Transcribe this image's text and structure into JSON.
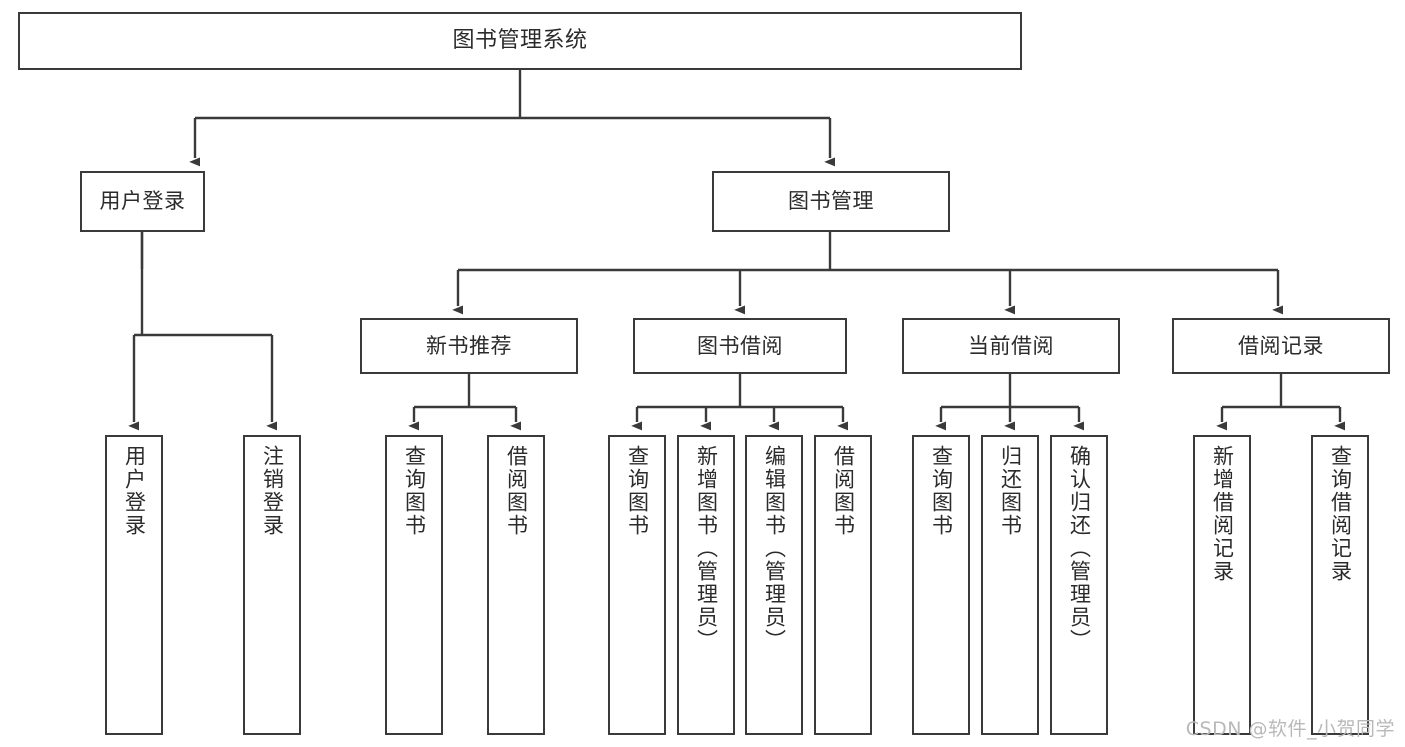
{
  "diagram": {
    "title": "图书管理系统",
    "type": "tree",
    "orientation": "top-down",
    "edge_color": "#3a3a3a",
    "box_border_color": "#3a3a3a",
    "box_fill_color": "#ffffff",
    "text_color": "#2b2b2b",
    "watermark": "CSDN @软件_小贺同学"
  },
  "nodes": {
    "root": {
      "label": "图书管理系统",
      "level": 1,
      "text_orientation": "horizontal"
    },
    "l2": [
      {
        "id": "user-login",
        "label": "用户登录",
        "level": 2,
        "text_orientation": "horizontal"
      },
      {
        "id": "book-management",
        "label": "图书管理",
        "level": 2,
        "text_orientation": "horizontal"
      }
    ],
    "l3": [
      {
        "id": "new-book-recommend",
        "label": "新书推荐",
        "level": 3,
        "text_orientation": "horizontal",
        "parent": "book-management"
      },
      {
        "id": "book-borrow",
        "label": "图书借阅",
        "level": 3,
        "text_orientation": "horizontal",
        "parent": "book-management"
      },
      {
        "id": "current-borrow",
        "label": "当前借阅",
        "level": 3,
        "text_orientation": "horizontal",
        "parent": "book-management"
      },
      {
        "id": "borrow-record",
        "label": "借阅记录",
        "level": 3,
        "text_orientation": "horizontal",
        "parent": "book-management"
      }
    ],
    "leaves": [
      {
        "id": "leaf-user-login",
        "label": "用户登录",
        "level": 3,
        "text_orientation": "vertical",
        "parent": "user-login"
      },
      {
        "id": "leaf-logout-login",
        "label": "注销登录",
        "level": 3,
        "text_orientation": "vertical",
        "parent": "user-login"
      },
      {
        "id": "leaf-query-book-rec",
        "label": "查询图书",
        "level": 4,
        "text_orientation": "vertical",
        "parent": "new-book-recommend"
      },
      {
        "id": "leaf-borrow-book-rec",
        "label": "借阅图书",
        "level": 4,
        "text_orientation": "vertical",
        "parent": "new-book-recommend"
      },
      {
        "id": "leaf-query-book-bor",
        "label": "查询图书",
        "level": 4,
        "text_orientation": "vertical",
        "parent": "book-borrow"
      },
      {
        "id": "leaf-add-book-admin",
        "label": "新增图书（管理员）",
        "level": 4,
        "text_orientation": "vertical",
        "parent": "book-borrow"
      },
      {
        "id": "leaf-edit-book-admin",
        "label": "编辑图书（管理员）",
        "level": 4,
        "text_orientation": "vertical",
        "parent": "book-borrow"
      },
      {
        "id": "leaf-borrow-book-bor",
        "label": "借阅图书",
        "level": 4,
        "text_orientation": "vertical",
        "parent": "book-borrow"
      },
      {
        "id": "leaf-query-book-cur",
        "label": "查询图书",
        "level": 4,
        "text_orientation": "vertical",
        "parent": "current-borrow"
      },
      {
        "id": "leaf-return-book",
        "label": "归还图书",
        "level": 4,
        "text_orientation": "vertical",
        "parent": "current-borrow"
      },
      {
        "id": "leaf-confirm-return-admin",
        "label": "确认归还（管理员）",
        "level": 4,
        "text_orientation": "vertical",
        "parent": "current-borrow"
      },
      {
        "id": "leaf-add-borrow-record",
        "label": "新增借阅记录",
        "level": 4,
        "text_orientation": "vertical",
        "parent": "borrow-record"
      },
      {
        "id": "leaf-query-borrow-record",
        "label": "查询借阅记录",
        "level": 4,
        "text_orientation": "vertical",
        "parent": "borrow-record"
      }
    ]
  }
}
